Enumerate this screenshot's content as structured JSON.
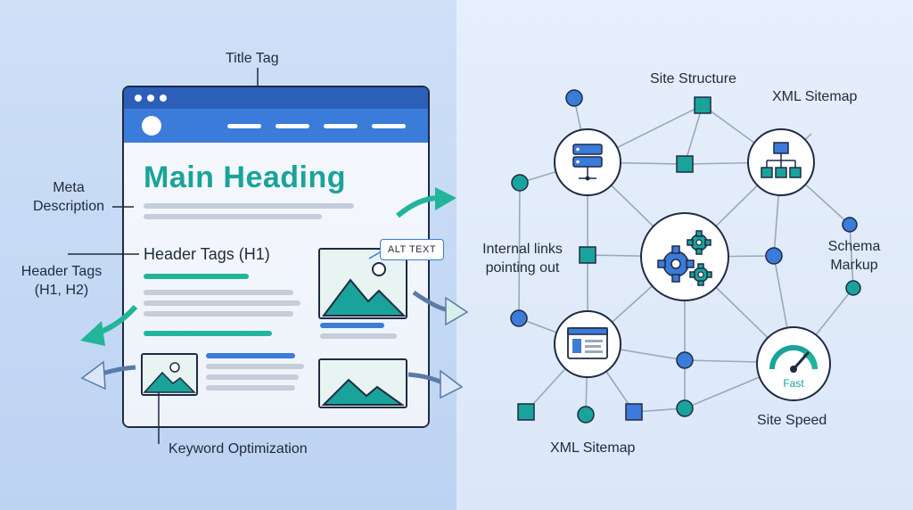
{
  "left_labels": {
    "title_tag": "Title Tag",
    "meta_description_line1": "Meta",
    "meta_description_line2": "Description",
    "header_tags_line1": "Header Tags",
    "header_tags_line2": "(H1, H2)",
    "keyword_optimization": "Keyword Optimization"
  },
  "browser_page": {
    "main_heading": "Main Heading",
    "header_tags_text": "Header Tags (H1)",
    "alt_text_badge": "ALT TEXT"
  },
  "right_labels": {
    "site_structure": "Site Structure",
    "xml_sitemap_top": "XML Sitemap",
    "internal_links_line1": "Internal links",
    "internal_links_line2": "pointing out",
    "schema_line1": "Schema",
    "schema_line2": "Markup",
    "site_speed": "Site Speed",
    "fast": "Fast",
    "xml_sitemap_bottom": "XML Sitemap"
  },
  "colors": {
    "teal": "#1aa39a",
    "blue": "#3b7bd9",
    "navy": "#1f2a44",
    "green": "#22b59b"
  }
}
